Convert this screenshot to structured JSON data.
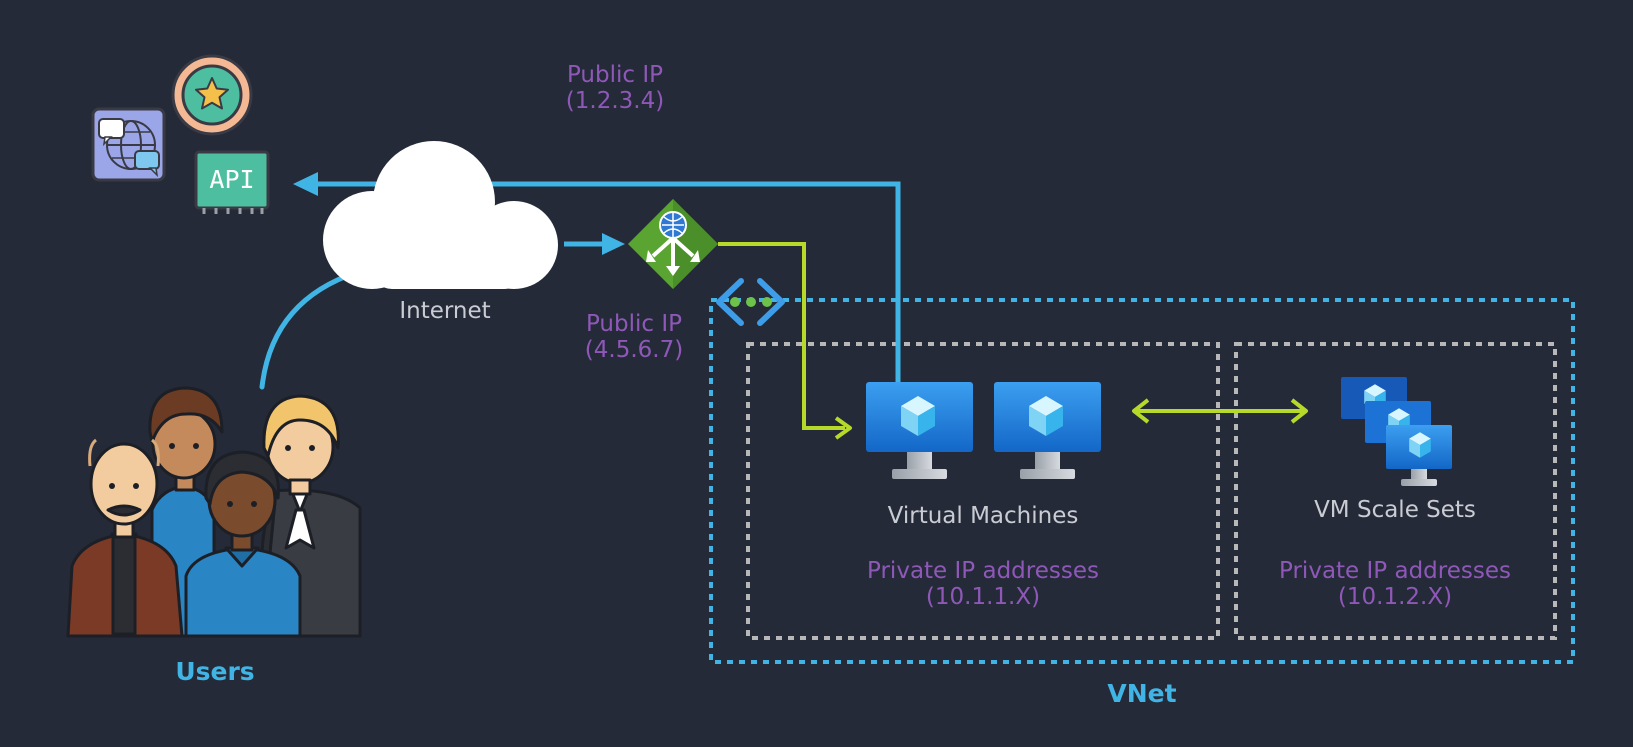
{
  "labels": {
    "public_ip_top": {
      "title": "Public IP",
      "value": "(1.2.3.4)"
    },
    "public_ip_lb": {
      "title": "Public IP",
      "value": "(4.5.6.7)"
    },
    "internet": "Internet",
    "users": "Users",
    "vnet": "VNet",
    "virtual_machines": "Virtual Machines",
    "vm_private_ip": {
      "title": "Private IP addresses",
      "value": "(10.1.1.X)"
    },
    "vm_scale_sets": "VM Scale Sets",
    "vmss_private_ip": {
      "title": "Private IP addresses",
      "value": "(10.1.2.X)"
    },
    "api_badge": "API"
  },
  "colors": {
    "background": "#242a38",
    "label_purple": "#8f58b8",
    "label_grey": "#c9ccd3",
    "accent_blue": "#41b4e6",
    "arrow_lime": "#b7d92a",
    "vnet_border": "#41b4e6",
    "subnet_border": "#b8b8b8"
  },
  "icons": {
    "apps": [
      "globe-chat-icon",
      "star-badge-icon",
      "api-badge-icon"
    ],
    "cloud": "internet-cloud-icon",
    "load_balancer": "load-balancer-icon",
    "vnet": "vnet-icon",
    "vm": "virtual-machine-icon",
    "vmss": "vm-scale-set-icon",
    "users": "users-group-icon"
  }
}
